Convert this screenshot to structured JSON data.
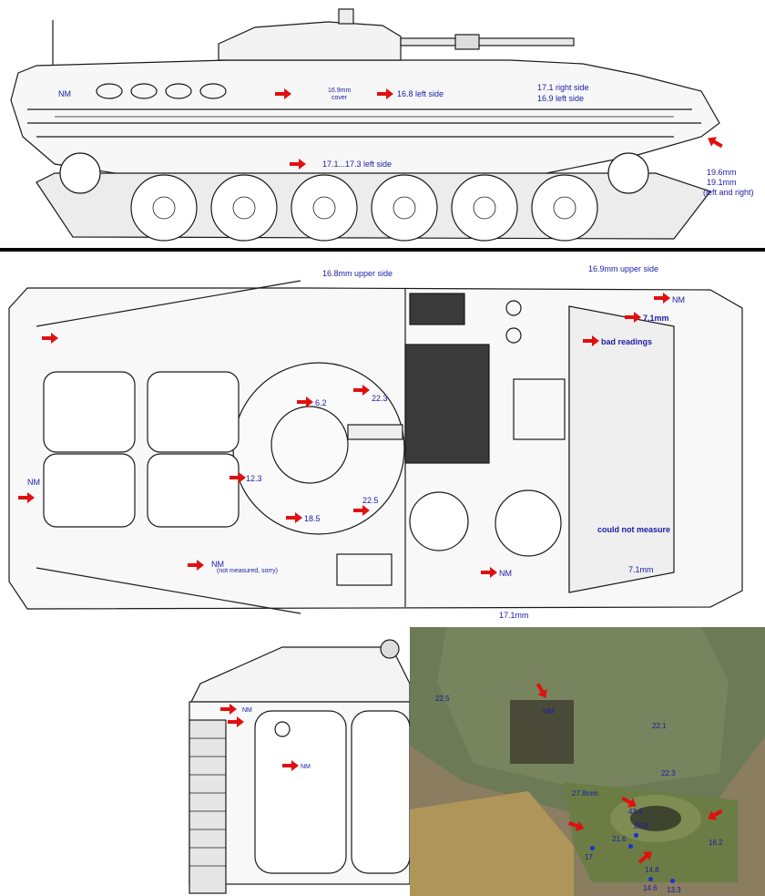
{
  "title": "BMP armour thickness measurements diagram",
  "colors": {
    "label": "#1a1aa8",
    "arrow": "#e01010",
    "line_drawing": "#1a1a1a",
    "photo_green": "#5f6b45",
    "separator": "#000000"
  },
  "side_view": {
    "labels": {
      "nm": "NM",
      "cover_1": "16.9mm",
      "cover_2": "cover",
      "left_side_168": "16.8 left side",
      "right_side_171": "17.1 right side",
      "left_side_169": "16.9 left side",
      "lower_left": "17.1...17.3 left side",
      "front_1": "19.6mm",
      "front_2": "19.1mm",
      "front_3": "(left and right)"
    }
  },
  "top_view": {
    "labels": {
      "upper_168": "16.8mm upper side",
      "upper_169": "16.9mm upper side",
      "nm_front": "NM",
      "front_71": "7.1mm",
      "bad": "bad readings",
      "turret_62": "6.2",
      "turret_223": "22.3",
      "turret_123": "12.3",
      "turret_225": "22.5",
      "turret_185": "18.5",
      "rear_nm": "NM",
      "rear_bottom_nm": "NM",
      "not_measured": "(not measured, sorry)",
      "hatch_nm": "NM",
      "could_not": "could not measure",
      "glacis_71": "7.1mm",
      "bottom_171": "17.1mm"
    }
  },
  "rear_view": {
    "labels": {
      "nm_1": "NM",
      "nm_2": "NM"
    }
  },
  "photo": {
    "labels": {
      "l225": "22.5",
      "nm": "NM",
      "l221": "22.1",
      "l223": "22.3",
      "l278": "27.8mm",
      "l434": "43.4",
      "l258": "25.8",
      "l216": "21.6",
      "l162": "16.2",
      "l17": "17",
      "l148": "14.8",
      "l146": "14.6",
      "l133": "13.3"
    }
  }
}
